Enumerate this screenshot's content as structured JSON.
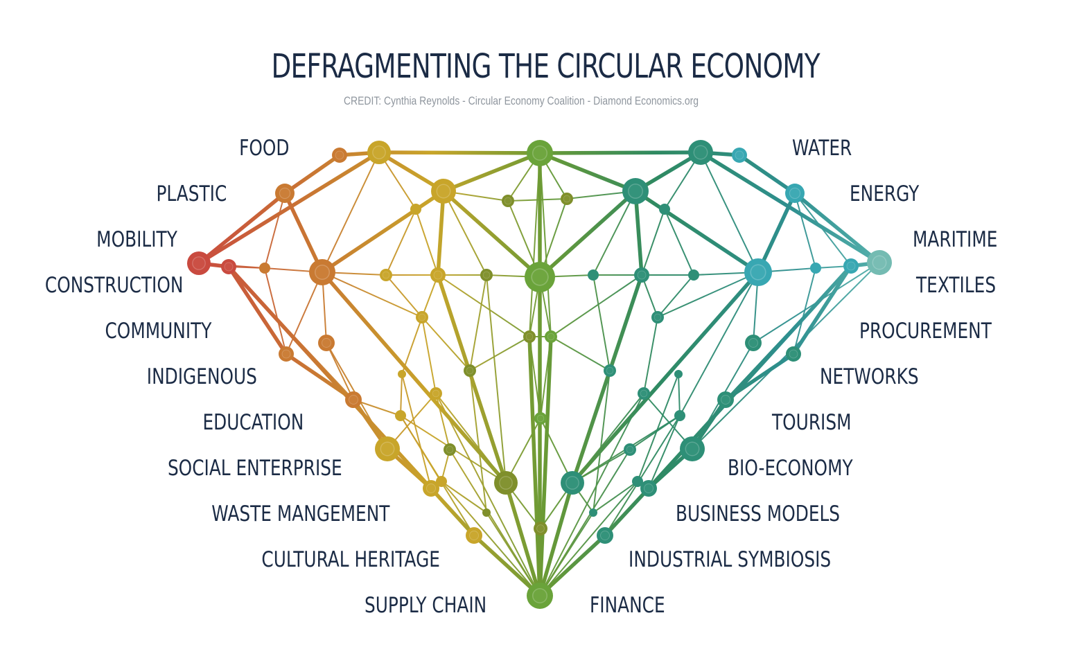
{
  "title": "DEFRAGMENTING THE CIRCULAR ECONOMY",
  "credit": "CREDIT: Cynthia Reynolds - Circular Economy Coalition - Diamond Economics.org",
  "left_labels": [
    "FOOD",
    "PLASTIC",
    "MOBILITY",
    "CONSTRUCTION",
    "COMMUNITY",
    "INDIGENOUS",
    "EDUCATION",
    "SOCIAL ENTERPRISE",
    "WASTE MANGEMENT",
    "CULTURAL HERITAGE",
    "SUPPLY CHAIN"
  ],
  "right_labels": [
    "WATER",
    "ENERGY",
    "MARITIME",
    "TEXTILES",
    "PROCUREMENT",
    "NETWORKS",
    "TOURISM",
    "BIO-ECONOMY",
    "BUSINESS MODELS",
    "INDUSTRIAL SYMBIOSIS",
    "FINANCE"
  ],
  "colors": {
    "red": "#c94a3f",
    "orange": "#c97a32",
    "gold": "#c8a52a",
    "olive": "#7f8f2b",
    "green": "#6aa33a",
    "teal": "#2e8f77",
    "cyan": "#38a7b2",
    "text": "#1b2b45",
    "credit": "#8f969e"
  }
}
